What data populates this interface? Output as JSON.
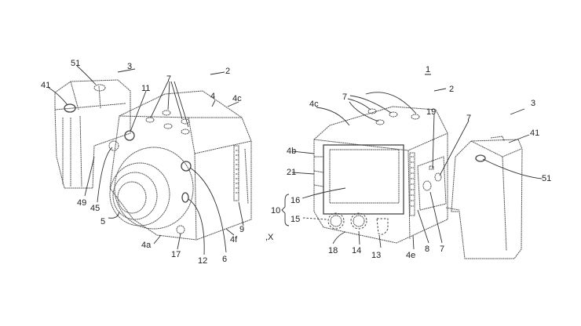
{
  "figure_number": "1",
  "axis_label": ",X",
  "left_view": {
    "labels": [
      "51",
      "3",
      "41",
      "7",
      "2",
      "11",
      "4",
      "4c",
      "49",
      "45",
      "5",
      "4a",
      "17",
      "12",
      "6",
      "4f",
      "9"
    ]
  },
  "right_view": {
    "labels": [
      "2",
      "3",
      "7",
      "4c",
      "19",
      "7",
      "41",
      "4b",
      "21",
      "16",
      "10",
      "15",
      "51",
      "18",
      "14",
      "13",
      "4e",
      "8",
      "7"
    ]
  }
}
